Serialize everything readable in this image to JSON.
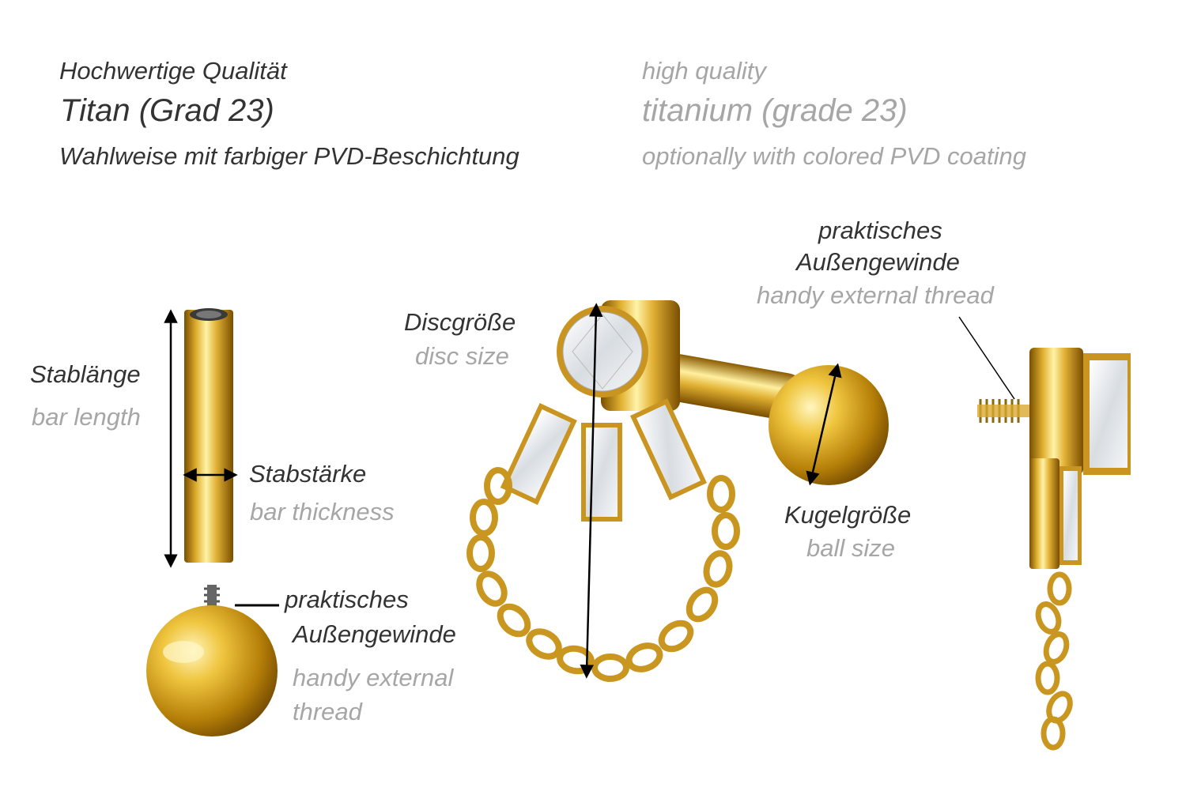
{
  "header": {
    "de": {
      "line1": "Hochwertige Qualität",
      "line2": "Titan (Grad 23)",
      "line3": "Wahlweise mit farbiger PVD-Beschichtung"
    },
    "en": {
      "line1": "high quality",
      "line2": "titanium (grade 23)",
      "line3": "optionally with colored PVD coating"
    }
  },
  "labels": {
    "bar_length": {
      "de": "Stablänge",
      "en": "bar length"
    },
    "bar_thickness": {
      "de": "Stabstärke",
      "en": "bar thickness"
    },
    "thread_ball": {
      "de1": "praktisches",
      "de2": "Außengewinde",
      "en1": "handy external",
      "en2": "thread"
    },
    "disc_size": {
      "de": "Discgröße",
      "en": "disc size"
    },
    "ball_size": {
      "de": "Kugelgröße",
      "en": "ball size"
    },
    "thread_side": {
      "de1": "praktisches",
      "de2": "Außengewinde",
      "en": "handy external thread"
    }
  },
  "colors": {
    "text_de": "#333333",
    "text_en": "#a6a6a6",
    "gold": "#d9a520",
    "gold_light": "#fff2a8",
    "gold_dark": "#8a5a00"
  }
}
